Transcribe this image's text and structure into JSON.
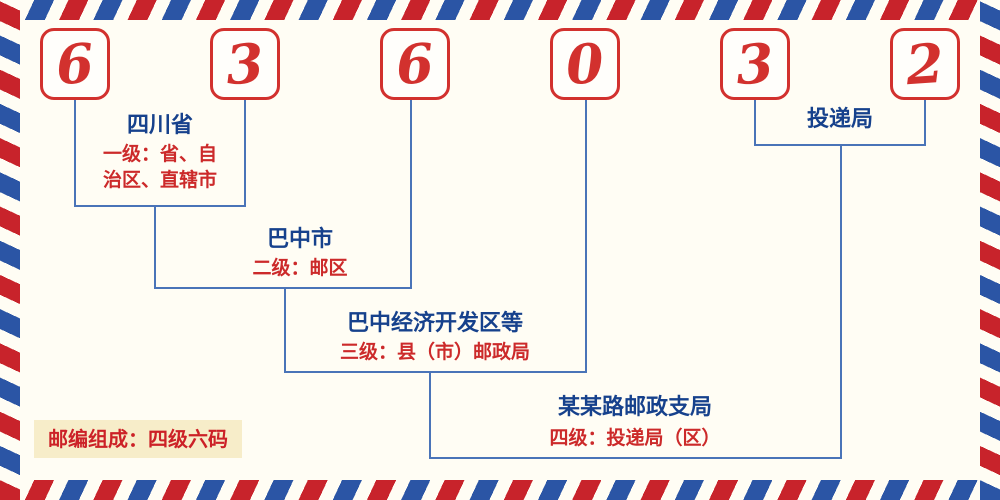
{
  "postal": {
    "digits": [
      "6",
      "3",
      "6",
      "0",
      "3",
      "2"
    ]
  },
  "labels": {
    "level1": {
      "title": "四川省",
      "desc_line1": "一级：省、自",
      "desc_line2": "治区、直辖市"
    },
    "level2": {
      "title": "巴中市",
      "desc": "二级：邮区"
    },
    "level3": {
      "title": "巴中经济开发区等",
      "desc": "三级：县（市）邮政局"
    },
    "level4": {
      "title": "某某路邮政支局",
      "desc": "四级：投递局（区）"
    },
    "delivery": {
      "title": "投递局"
    }
  },
  "footer": {
    "composition": "邮编组成：四级六码"
  },
  "colors": {
    "stripe_red": "#c8232b",
    "stripe_blue": "#2b55a5",
    "digit_red": "#d2312e",
    "line_blue": "#4a74b8",
    "title_blue": "#16418c",
    "desc_red": "#cc2a2a",
    "badge_bg": "#f7edc9",
    "background": "#fffdf4"
  }
}
